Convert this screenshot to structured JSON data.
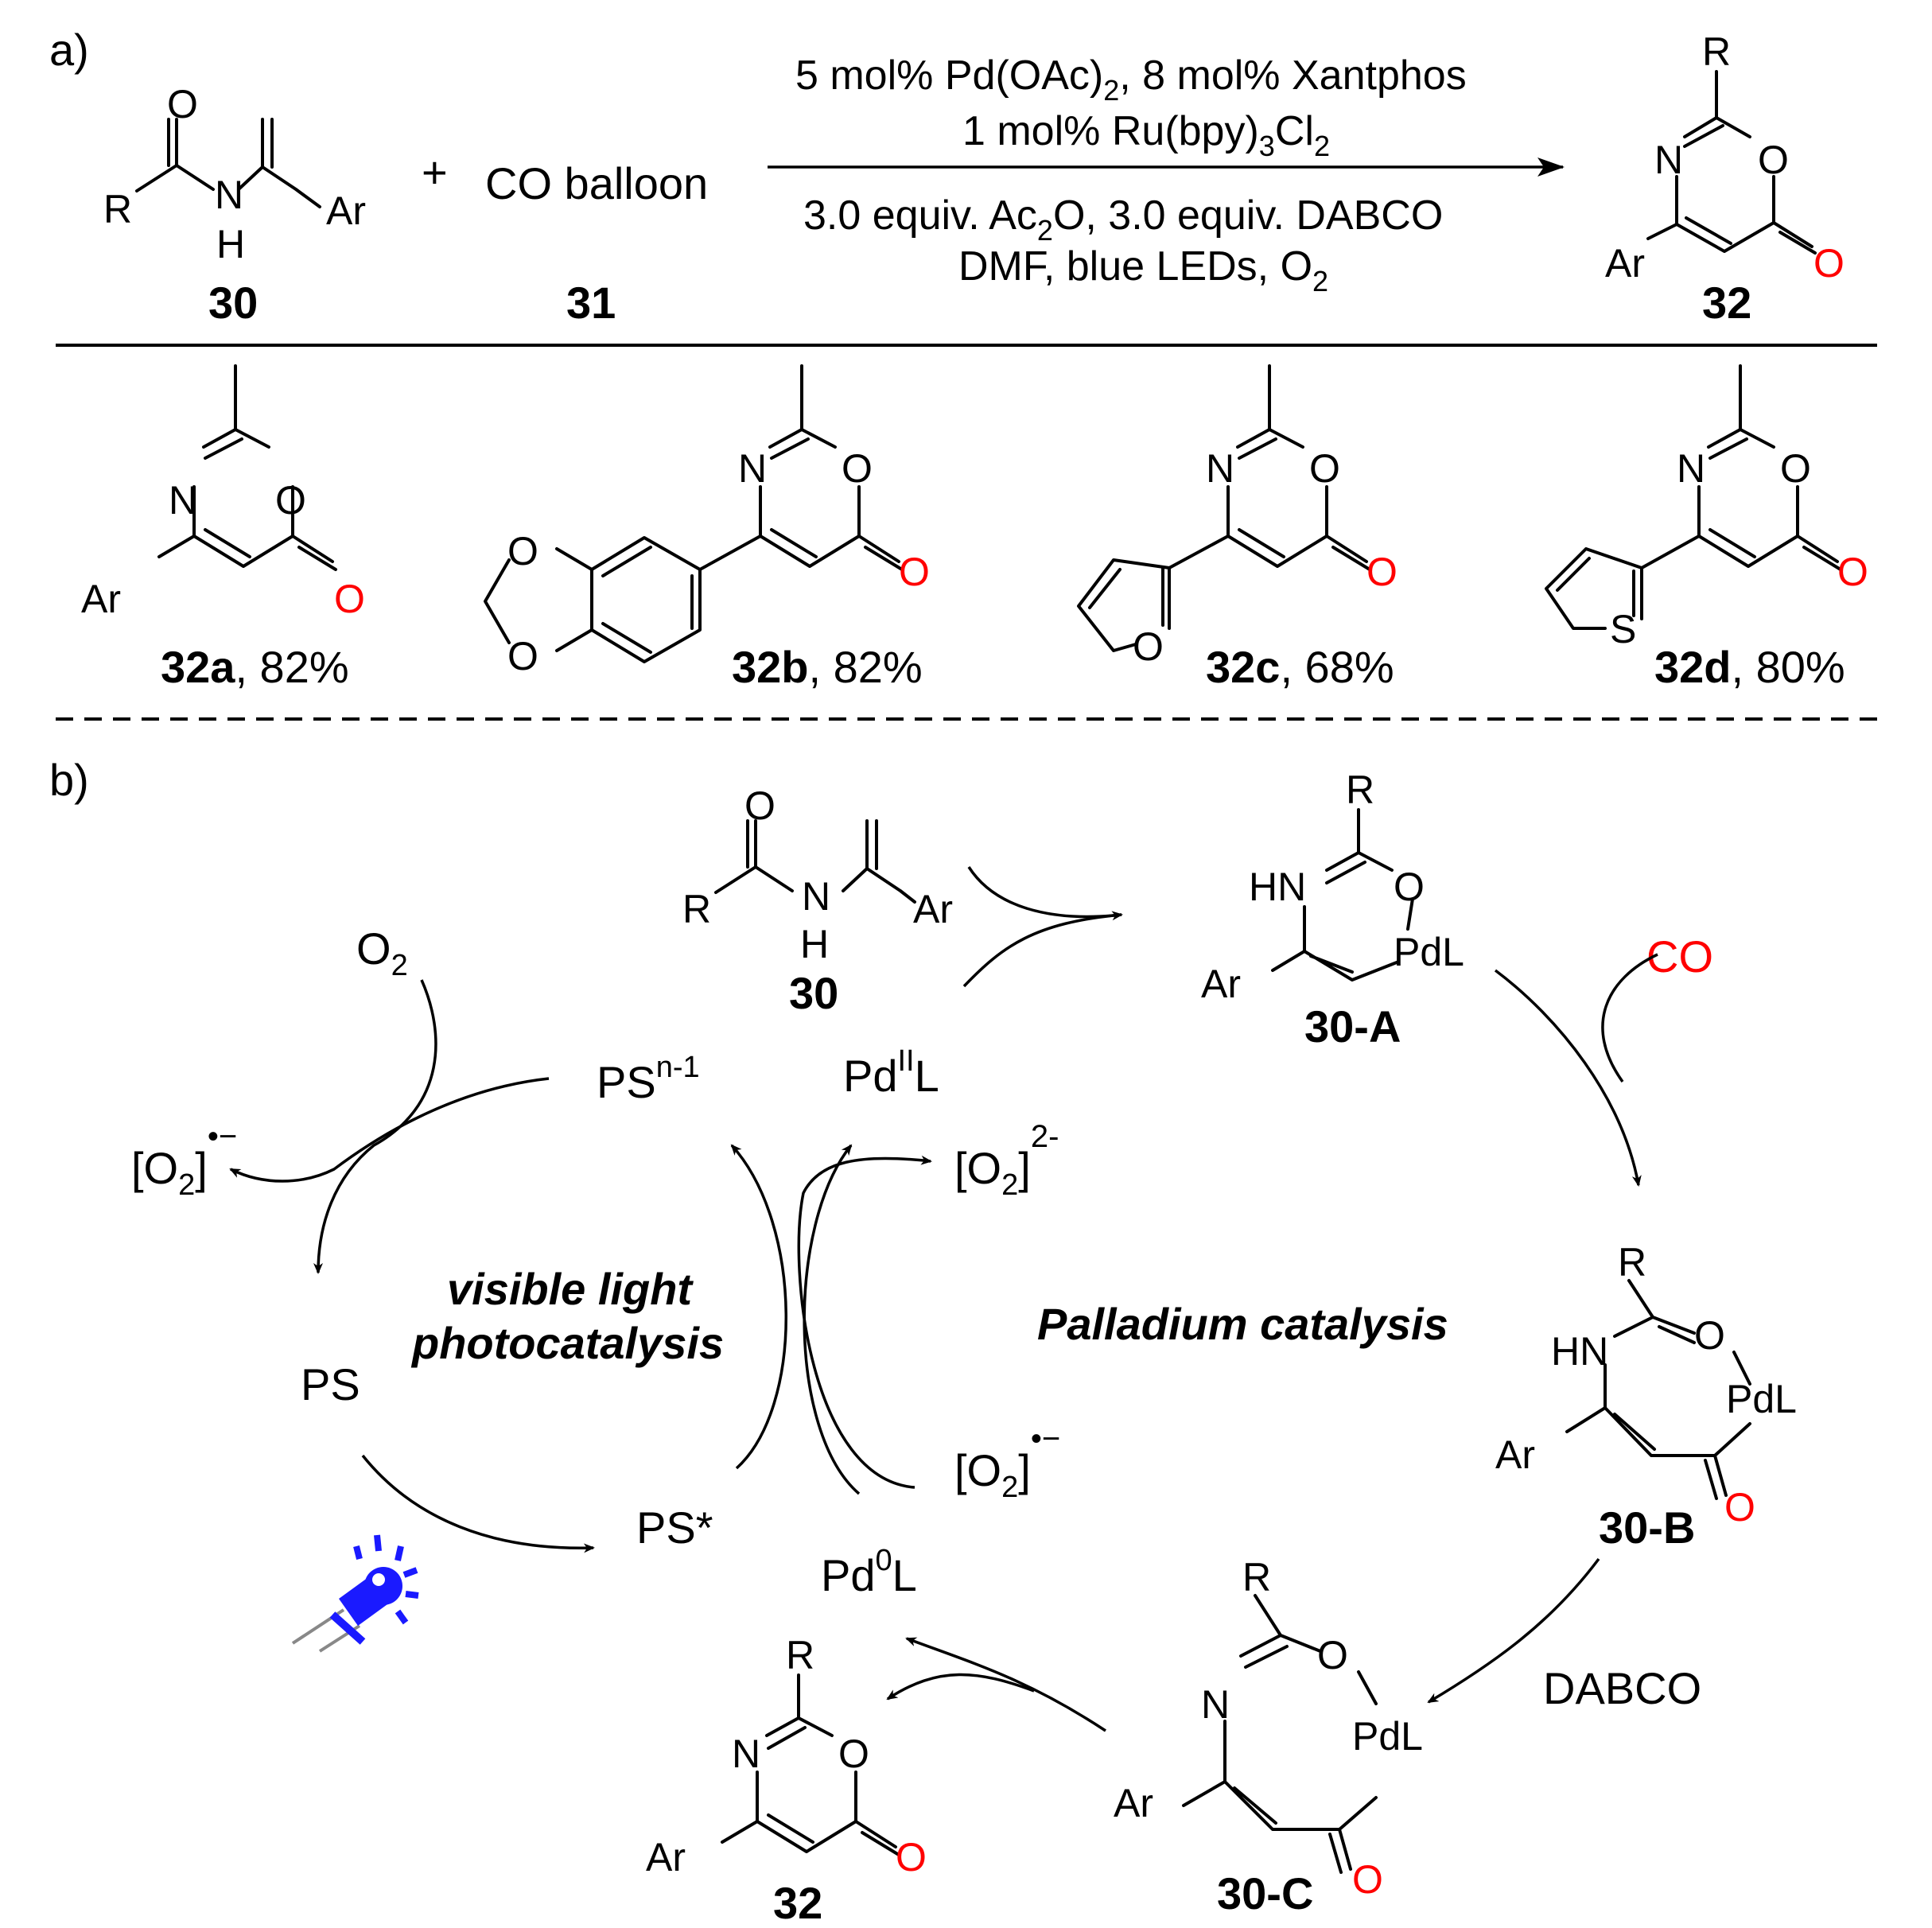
{
  "panel_a": {
    "label": "a)",
    "plus": "+",
    "co_text": "CO balloon",
    "cond": {
      "line1_a": "5 mol% Pd(OAc)",
      "line1_sub": "2",
      "line1_b": ", 8 mol% Xantphos",
      "line2_a": "1 mol% Ru(bpy)",
      "line2_sub1": "3",
      "line2_b": "Cl",
      "line2_sub2": "2",
      "line3_a": "3.0 equiv. Ac",
      "line3_sub": "2",
      "line3_b": "O, 3.0 equiv. DABCO",
      "line4_a": "DMF, blue LEDs, O",
      "line4_sub": "2"
    },
    "compound_30": "30",
    "compound_31": "31",
    "compound_32": "32",
    "products": [
      {
        "id": "32a",
        "yield": ", 82%"
      },
      {
        "id": "32b",
        "yield": ", 82%"
      },
      {
        "id": "32c",
        "yield": ", 68%"
      },
      {
        "id": "32d",
        "yield": ", 80%"
      }
    ]
  },
  "panel_b": {
    "label": "b)",
    "intermediates": {
      "a": "30-A",
      "b": "30-B",
      "c": "30-C",
      "start": "30",
      "product": "32"
    },
    "co_red": "CO",
    "dabco": "DABCO",
    "o2": "O",
    "o2_sub": "2",
    "ps_n1": "PS",
    "ps_n1_sup": "n-1",
    "ps": "PS",
    "ps_star": "PS*",
    "pd2": "Pd",
    "pd2_sup": "II",
    "pd2_tail": "L",
    "pd0": "Pd",
    "pd0_sup": "0",
    "pd0_tail": "L",
    "superoxide_a": "[O",
    "superoxide_sub": "2",
    "superoxide_b": "]",
    "superoxide_sup": "•−",
    "peroxide_sup": "2-",
    "vis1": "visible light",
    "vis2": "photocatalysis",
    "pd_cat": "Palladium catalysis"
  },
  "atoms": {
    "O": "O",
    "N": "N",
    "H": "H",
    "R": "R",
    "Ar": "Ar",
    "S": "S",
    "HN": "HN",
    "PdL": "PdL"
  },
  "colors": {
    "carbonyl_o": "#ff0000",
    "co": "#ff0000",
    "led": "#1a1aff"
  }
}
